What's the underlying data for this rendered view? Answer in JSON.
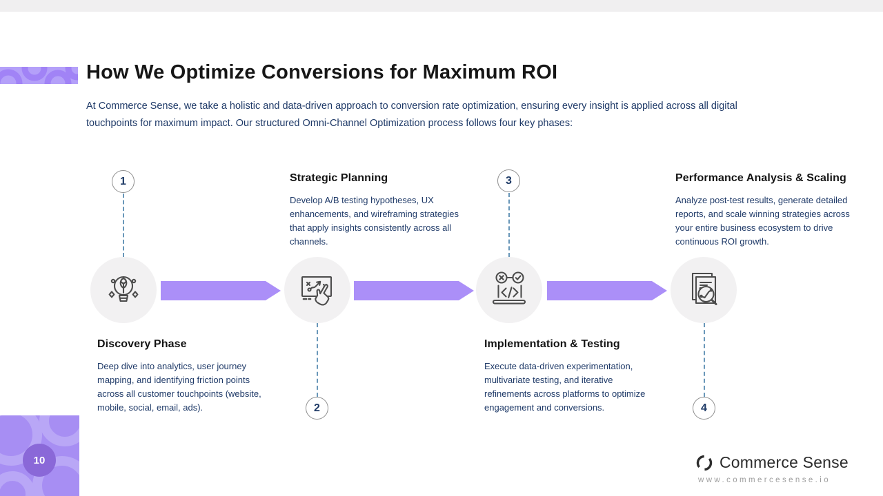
{
  "page": {
    "title": "How We Optimize Conversions for Maximum ROI",
    "intro": "At Commerce Sense, we take a holistic and data-driven approach to conversion rate optimization, ensuring every insight is applied across all digital touchpoints for maximum impact. Our structured Omni-Channel Optimization process follows four key phases:",
    "page_number": "10"
  },
  "phases": [
    {
      "number": "1",
      "title": "Discovery Phase",
      "description": "Deep dive into analytics, user journey mapping, and identifying friction points across all customer touchpoints (website, mobile, social, email, ads).",
      "icon": "lightbulb-leaf-icon"
    },
    {
      "number": "2",
      "title": "Strategic Planning",
      "description": "Develop A/B testing hypotheses, UX enhancements, and wireframing strategies that apply insights consistently across all channels.",
      "icon": "strategy-board-icon"
    },
    {
      "number": "3",
      "title": "Implementation & Testing",
      "description": "Execute data-driven experimentation, multivariate testing, and iterative refinements across platforms to optimize engagement and conversions.",
      "icon": "code-testing-icon"
    },
    {
      "number": "4",
      "title": "Performance Analysis & Scaling",
      "description": "Analyze post-test results, generate detailed reports, and scale winning strategies across your entire business ecosystem to drive continuous ROI growth.",
      "icon": "report-magnifier-icon"
    }
  ],
  "footer": {
    "brand_name": "Commerce Sense",
    "website": "www.commercesense.io",
    "logo_icon": "cycle-ring-icon"
  },
  "colors": {
    "accent_purple": "#ab8ff8",
    "deco_purple_light": "#b4a0f9",
    "deco_purple_dark": "#a183f6",
    "navy_text": "#1f3a68",
    "heading_black": "#141414",
    "icon_circle_bg": "#f2f1f2",
    "top_bar_gray": "#f0eff0",
    "page_badge_purple": "#8a68d8",
    "dotted_line_blue": "#4f86ad"
  }
}
